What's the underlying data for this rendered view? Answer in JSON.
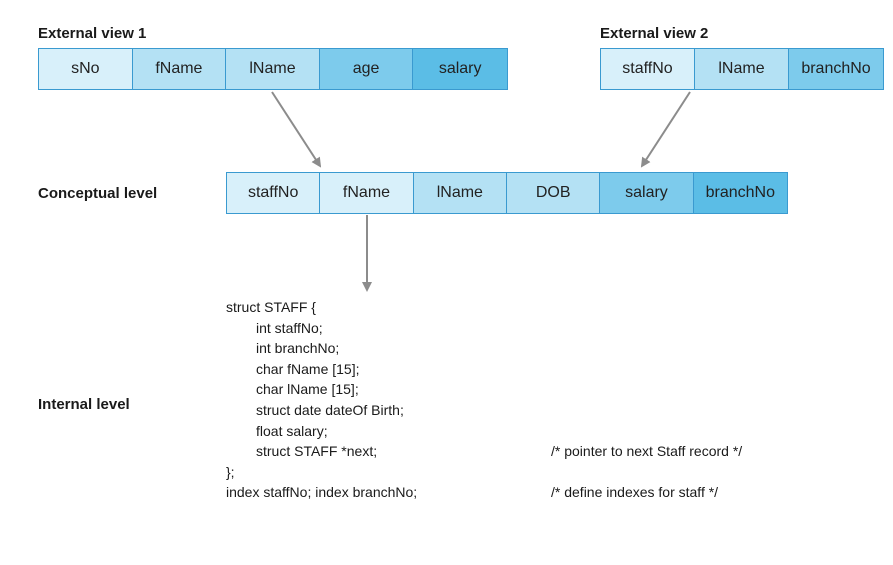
{
  "external_view_1": {
    "title": "External view 1",
    "fields": [
      "sNo",
      "fName",
      "lName",
      "age",
      "salary"
    ]
  },
  "external_view_2": {
    "title": "External view 2",
    "fields": [
      "staffNo",
      "lName",
      "branchNo"
    ]
  },
  "conceptual_level": {
    "title": "Conceptual level",
    "fields": [
      "staffNo",
      "fName",
      "lName",
      "DOB",
      "salary",
      "branchNo"
    ]
  },
  "internal_level": {
    "title": "Internal level",
    "code": [
      {
        "text": "struct STAFF {",
        "comment": ""
      },
      {
        "text": "int staffNo;",
        "comment": ""
      },
      {
        "text": "int branchNo;",
        "comment": ""
      },
      {
        "text": "char fName [15];",
        "comment": ""
      },
      {
        "text": "char lName [15];",
        "comment": ""
      },
      {
        "text": "struct date dateOf Birth;",
        "comment": ""
      },
      {
        "text": "float salary;",
        "comment": ""
      },
      {
        "text": "struct STAFF *next;",
        "comment": "/* pointer to next Staff record */"
      },
      {
        "text": "};",
        "comment": ""
      },
      {
        "text": "index staffNo; index branchNo;",
        "comment": "/* define indexes for staff */"
      }
    ]
  },
  "colors": {
    "cell_light": "#d8f0fa",
    "cell_mid": "#b4e1f4",
    "cell_strong": "#7dcbec",
    "cell_deep": "#5bbde6",
    "border": "#3a9ad0",
    "arrow": "#8c8c8c"
  }
}
